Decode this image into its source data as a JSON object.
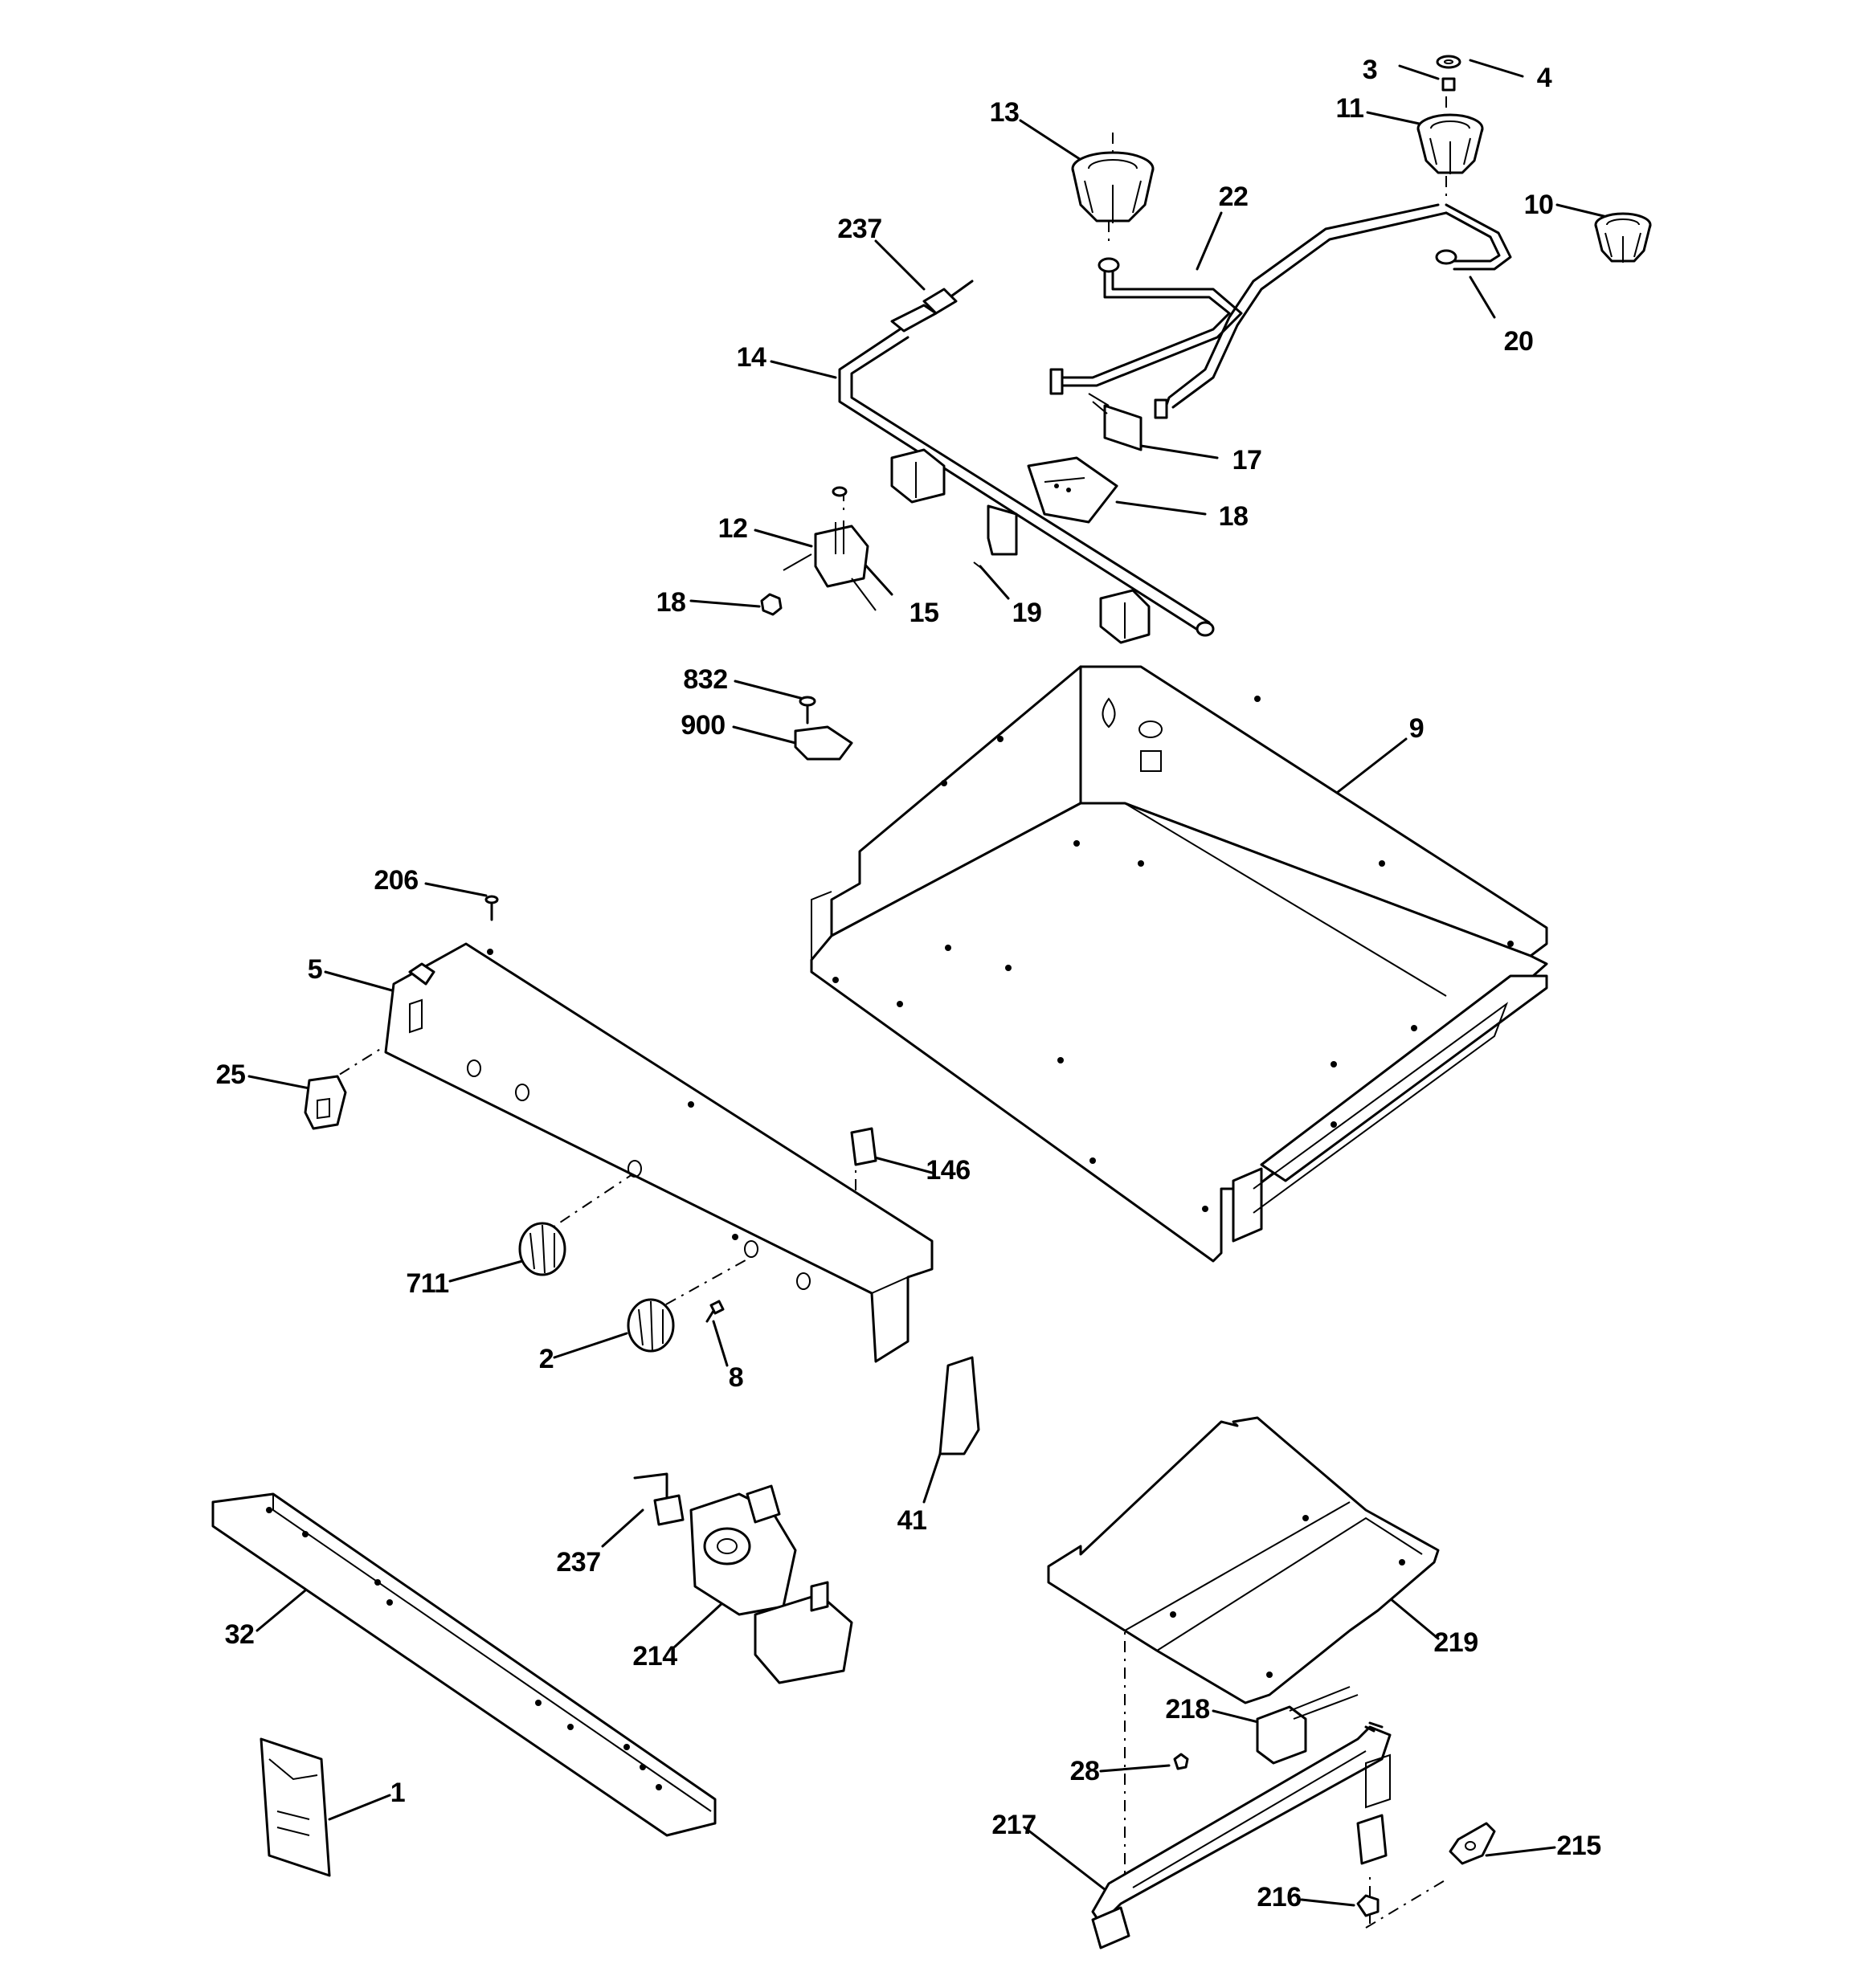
{
  "diagram": {
    "labels": [
      "1",
      "2",
      "3",
      "4",
      "5",
      "8",
      "9",
      "10",
      "11",
      "12",
      "13",
      "14",
      "15",
      "17",
      "18",
      "18",
      "19",
      "20",
      "22",
      "25",
      "28",
      "32",
      "41",
      "146",
      "206",
      "214",
      "215",
      "216",
      "217",
      "218",
      "219",
      "237",
      "237",
      "711",
      "832",
      "900"
    ]
  }
}
